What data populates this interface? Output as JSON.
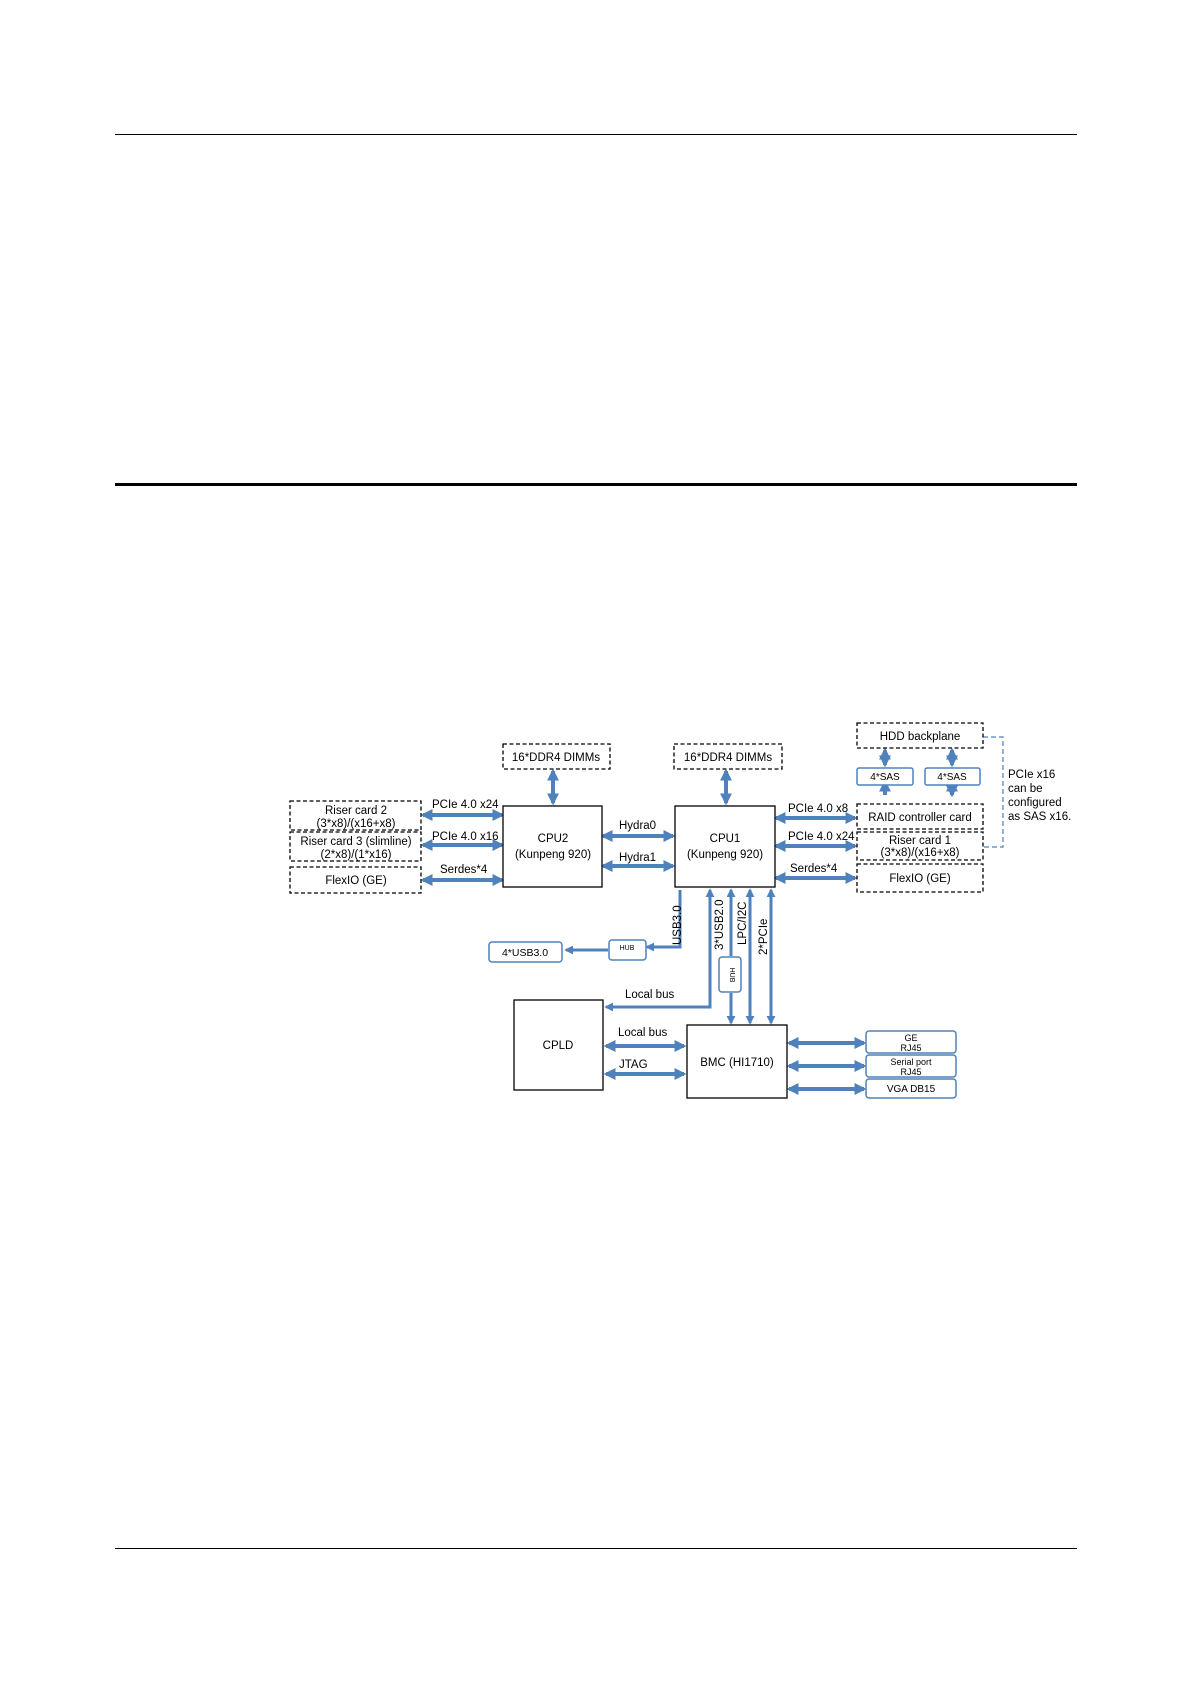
{
  "diagram": {
    "dimms_left": "16*DDR4 DIMMs",
    "dimms_right": "16*DDR4 DIMMs",
    "hdd_backplane": "HDD backplane",
    "sas_left": "4*SAS",
    "sas_right": "4*SAS",
    "raid_card": "RAID controller card",
    "pcie_note": [
      "PCIe x16",
      "can be",
      "configured",
      "as SAS x16."
    ],
    "riser2": [
      "Riser card 2",
      "(3*x8)/(x16+x8)"
    ],
    "riser3": [
      "Riser card 3 (slimline)",
      "(2*x8)/(1*x16)"
    ],
    "flexio_left": "FlexIO (GE)",
    "cpu2": [
      "CPU2",
      "(Kunpeng 920)"
    ],
    "cpu1": [
      "CPU1",
      "(Kunpeng 920)"
    ],
    "riser1": [
      "Riser card 1",
      "(3*x8)/(x16+x8)"
    ],
    "flexio_right": "FlexIO (GE)",
    "usb_out": "4*USB3.0",
    "hub_small": "HUB",
    "hub_vertical": "HUB",
    "cpld": "CPLD",
    "bmc": "BMC (HI1710)",
    "ge_rj45": [
      "GE",
      "RJ45"
    ],
    "serial_rj45": [
      "Serial port",
      "RJ45"
    ],
    "vga": "VGA  DB15",
    "labels": {
      "pcie_x24_left": "PCIe 4.0 x24",
      "pcie_x16_left": "PCIe 4.0 x16",
      "serdes_left": "Serdes*4",
      "hydra0": "Hydra0",
      "hydra1": "Hydra1",
      "pcie_x8_right": "PCIe 4.0 x8",
      "pcie_x24_right": "PCIe 4.0 x24",
      "serdes_right": "Serdes*4",
      "usb30": "USB3.0",
      "usb20": "3*USB2.0",
      "lpc": "LPC/I2C",
      "pcie2": "2*PCIe",
      "local_bus_top": "Local bus",
      "local_bus_bottom": "Local bus",
      "jtag": "JTAG"
    }
  }
}
